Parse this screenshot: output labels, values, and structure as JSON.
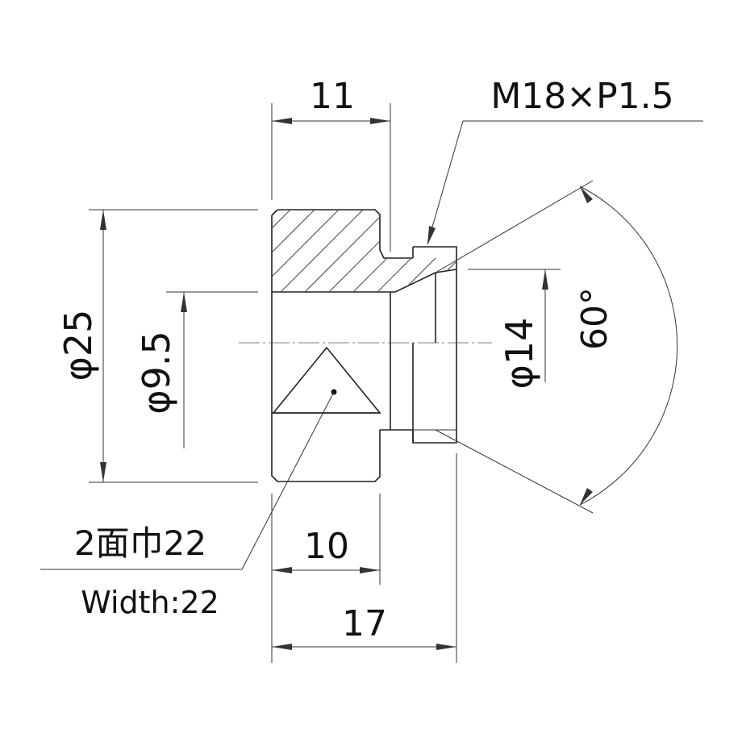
{
  "dimensions": {
    "length_11": "11",
    "thread": "M18×P1.5",
    "angle": "60°",
    "dia_25": "φ25",
    "dia_9_5": "φ9.5",
    "dia_14": "φ14",
    "width_across_flats_jp": "2面巾22",
    "width_across_flats_en": "Width:22",
    "length_10": "10",
    "length_17": "17"
  }
}
